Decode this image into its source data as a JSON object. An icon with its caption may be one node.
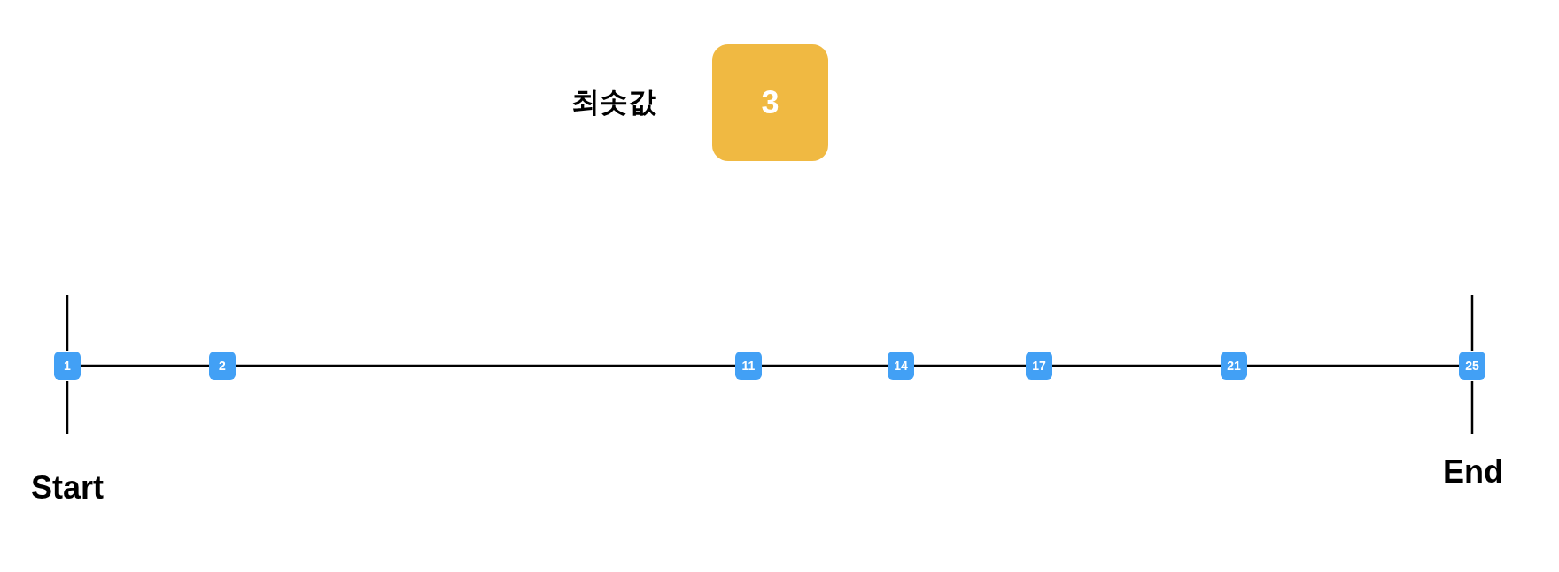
{
  "diagram": {
    "nodes": [
      {
        "text": [
          "3"
        ],
        "beside": [
          "최솟값"
        ]
      },
      {
        "text": [
          "1"
        ]
      },
      {
        "text": [
          "2"
        ]
      },
      {
        "text": [
          "11"
        ]
      },
      {
        "text": [
          "14"
        ]
      },
      {
        "text": [
          "17"
        ]
      },
      {
        "text": [
          "21"
        ]
      },
      {
        "text": [
          "25"
        ]
      }
    ],
    "labels": [
      "Start",
      "End"
    ]
  }
}
